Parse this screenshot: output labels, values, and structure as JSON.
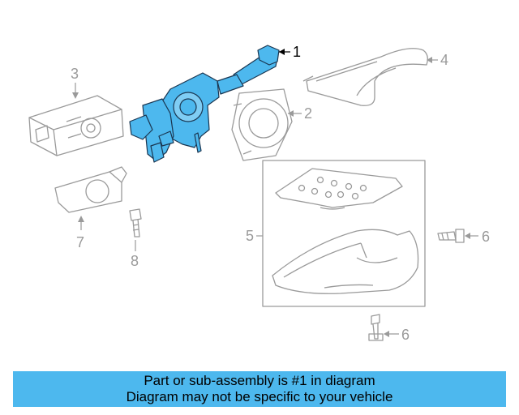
{
  "callouts": {
    "c1": "1",
    "c2": "2",
    "c3": "3",
    "c4": "4",
    "c5": "5",
    "c6a": "6",
    "c6b": "6",
    "c7": "7",
    "c8": "8"
  },
  "banner": {
    "line1": "Part or sub-assembly is #1 in diagram",
    "line2": "Diagram may not be specific to your vehicle"
  },
  "colors": {
    "highlight": "#4db8ee",
    "outline": "#9a9a9a"
  }
}
